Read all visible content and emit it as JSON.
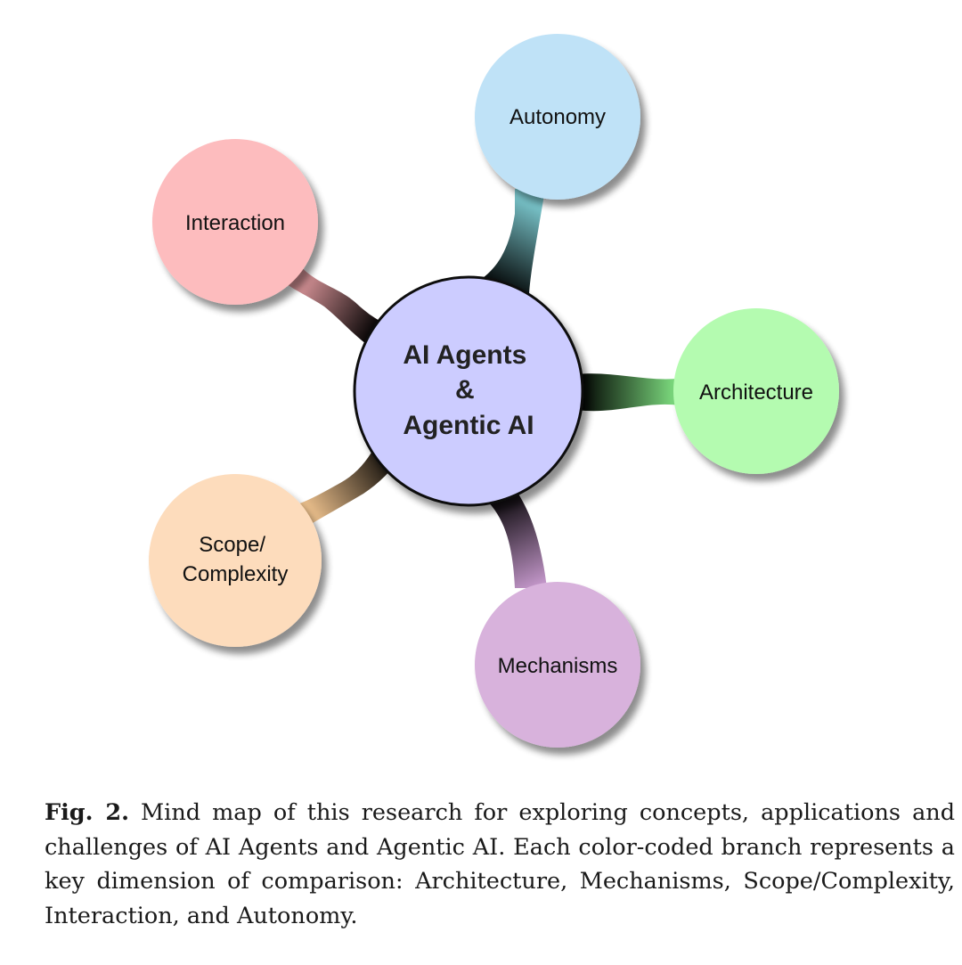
{
  "diagram": {
    "center": {
      "lines": [
        "AI Agents",
        "&",
        "Agentic AI"
      ],
      "color": "#ccccff"
    },
    "branches": [
      {
        "key": "autonomy",
        "lines": [
          "Autonomy"
        ],
        "color": "#bfe2f7"
      },
      {
        "key": "interaction",
        "lines": [
          "Interaction"
        ],
        "color": "#fdbcbe"
      },
      {
        "key": "architecture",
        "lines": [
          "Architecture"
        ],
        "color": "#b4fbb0"
      },
      {
        "key": "scope",
        "lines": [
          "Scope/",
          "Complexity"
        ],
        "color": "#fddcbc"
      },
      {
        "key": "mechanisms",
        "lines": [
          "Mechanisms"
        ],
        "color": "#d8b2dc"
      }
    ]
  },
  "caption": {
    "label": "Fig. 2.",
    "text": "Mind map of this research for exploring concepts, applications and challenges of AI Agents and Agentic AI. Each color-coded branch represents a key dimension of comparison: Architecture, Mechanisms, Scope/Complexity, Interaction, and Autonomy."
  }
}
